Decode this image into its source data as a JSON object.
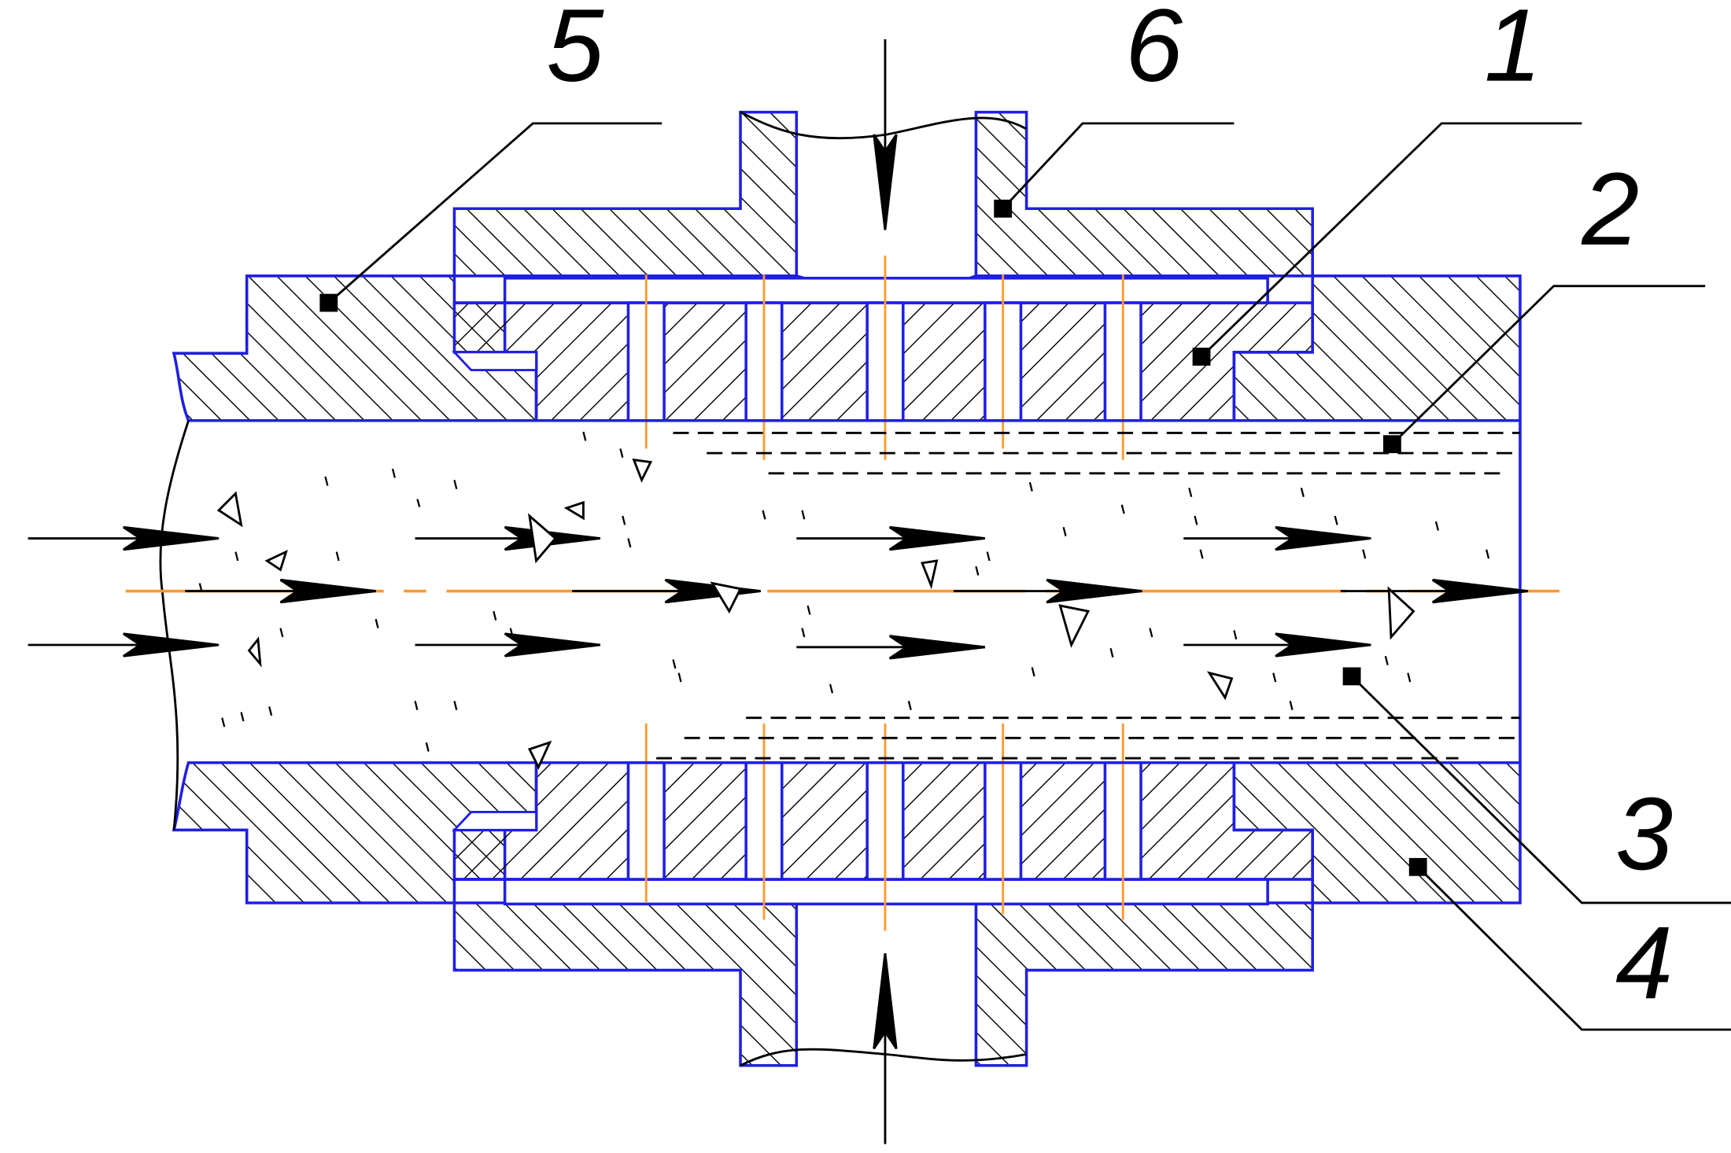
{
  "colors": {
    "outline": "#1f1fe6",
    "hatch": "#000000",
    "axis": "#ff9a2e",
    "background": "#ffffff"
  },
  "callouts": [
    "5",
    "6",
    "1",
    "2",
    "3",
    "4"
  ]
}
